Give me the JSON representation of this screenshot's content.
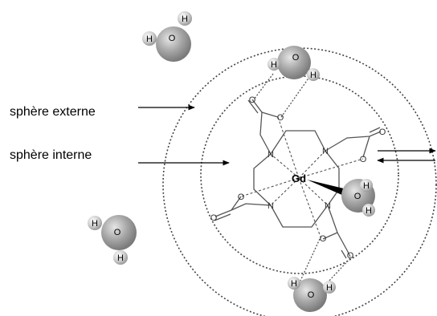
{
  "labels": {
    "outer_sphere": "sphère externe",
    "inner_sphere": "sphère interne"
  },
  "atoms": {
    "gd": "Gd",
    "n": "N",
    "o": "O",
    "h": "H"
  },
  "colors": {
    "water_sphere": "#a6a6a6",
    "hydrogen_sphere": "#d4d4d4",
    "bond": "#555555",
    "dotted_circle": "#444444"
  }
}
